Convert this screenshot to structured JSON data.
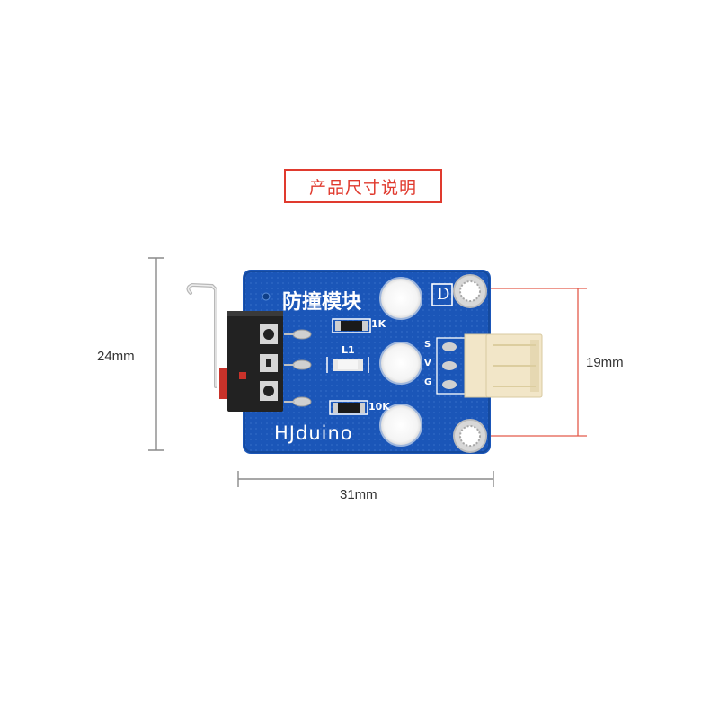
{
  "header": {
    "title": "产品尺寸说明"
  },
  "dimensions": {
    "height": "24mm",
    "width": "31mm",
    "hole_spacing": "19mm"
  },
  "board": {
    "name": "防撞模块",
    "brand": "HJduino",
    "port_label": "D",
    "led_label": "L1",
    "resistor_top": "1K",
    "resistor_bottom": "10K",
    "pins": [
      "S",
      "V",
      "G"
    ]
  },
  "colors": {
    "pcb": "#1b56b8",
    "silkscreen": "#ffffff",
    "title_red": "#e03a2e",
    "dim_line_red": "#e35a4a",
    "dim_line_gray": "#8a8a8a",
    "connector": "#f2e6c8",
    "switch_body": "#222222"
  }
}
